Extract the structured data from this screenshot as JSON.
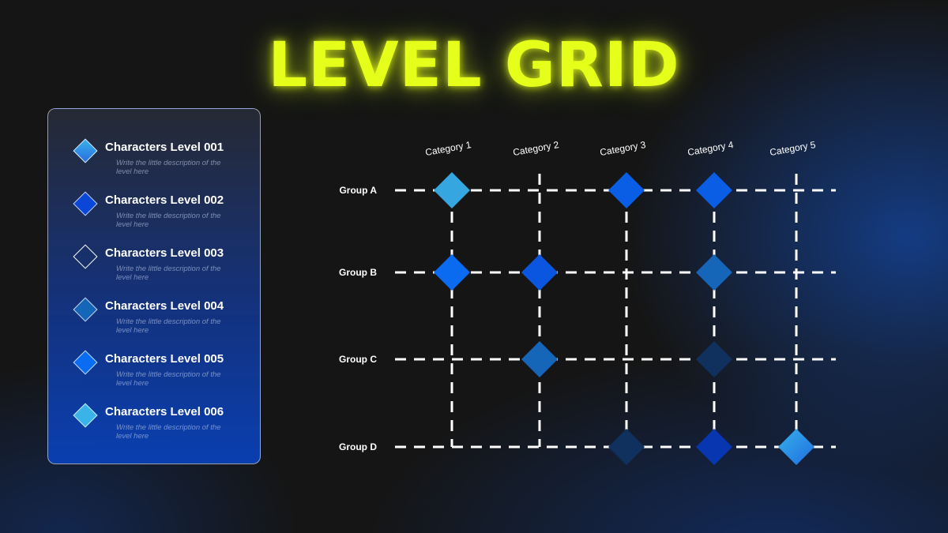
{
  "title": "LEVEL GRID",
  "legend": [
    {
      "label": "Characters Level 001",
      "description": "Write the little description of the level here",
      "style": "gradient",
      "color": "#36b0ea",
      "color2": "#2a6fe0"
    },
    {
      "label": "Characters Level 002",
      "description": "Write the little description of the level here",
      "style": "fill",
      "color": "#0a46d8"
    },
    {
      "label": "Characters Level 003",
      "description": "Write the little description of the level here",
      "style": "outline",
      "color": "#ffffff"
    },
    {
      "label": "Characters Level 004",
      "description": "Write the little description of the level here",
      "style": "fill",
      "color": "#1565b8"
    },
    {
      "label": "Characters Level 005",
      "description": "Write the little description of the level here",
      "style": "fill",
      "color": "#0a6cf0"
    },
    {
      "label": "Characters Level 006",
      "description": "Write the little description of the level here",
      "style": "fill",
      "color": "#3ab4e8"
    }
  ],
  "grid": {
    "categories": [
      "Category 1",
      "Category 2",
      "Category 3",
      "Category 4",
      "Category 5"
    ],
    "groups": [
      "Group A",
      "Group B",
      "Group C",
      "Group D"
    ],
    "cells": [
      {
        "group": 0,
        "category": 0,
        "color": "#36a6e0"
      },
      {
        "group": 0,
        "category": 2,
        "color": "#0a5ee6"
      },
      {
        "group": 0,
        "category": 3,
        "color": "#0a5ee6"
      },
      {
        "group": 1,
        "category": 0,
        "color": "#0a6af0"
      },
      {
        "group": 1,
        "category": 1,
        "color": "#0a56e0"
      },
      {
        "group": 1,
        "category": 3,
        "color": "#1565b8"
      },
      {
        "group": 2,
        "category": 1,
        "color": "#1565b8"
      },
      {
        "group": 2,
        "category": 3,
        "color": "#10305e"
      },
      {
        "group": 3,
        "category": 2,
        "color": "#10305e"
      },
      {
        "group": 3,
        "category": 3,
        "color": "#0835b0"
      },
      {
        "group": 3,
        "category": 4,
        "color": "#36b0ea",
        "color2": "#1f6ee0"
      }
    ]
  }
}
